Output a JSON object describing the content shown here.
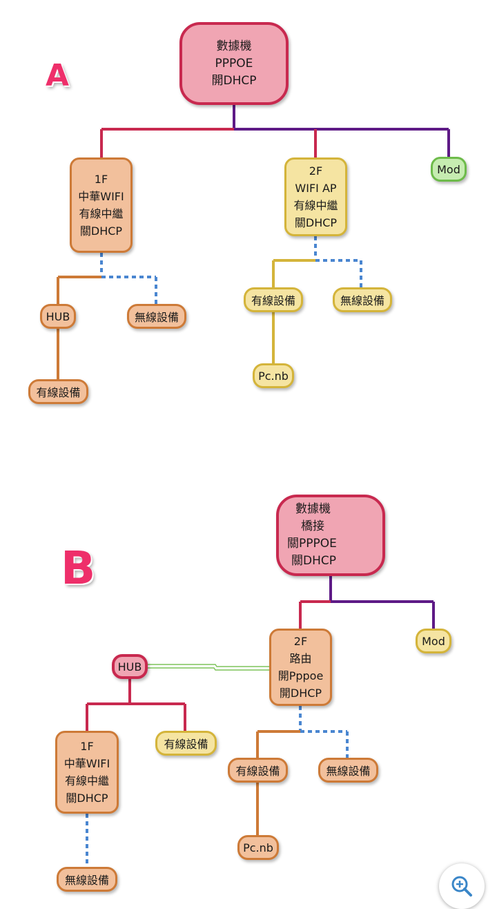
{
  "diagram_a": {
    "label": "A",
    "root": [
      "數據機",
      "PPPOE",
      "開DHCP"
    ],
    "floor1": [
      "1F",
      "中華WIFI",
      "有線中繼",
      "關DHCP"
    ],
    "floor2": [
      "2F",
      "WIFI AP",
      "有線中繼",
      "關DHCP"
    ],
    "mod": "Mod",
    "hub": "HUB",
    "wireless_1f": "無線設備",
    "wired_1f": "有線設備",
    "wired_2f": "有線設備",
    "wireless_2f": "無線設備",
    "pcnb": "Pc.nb"
  },
  "diagram_b": {
    "label": "B",
    "root": [
      "數據機",
      "橋接",
      "關PPPOE",
      "關DHCP"
    ],
    "floor2": [
      "2F",
      "路由",
      "開Pppoe",
      "開DHCP"
    ],
    "mod": "Mod",
    "hub": "HUB",
    "wired_hub": "有線設備",
    "floor1": [
      "1F",
      "中華WIFI",
      "有線中繼",
      "關DHCP"
    ],
    "wireless_1f": "無線設備",
    "wired_2f": "有線設備",
    "wireless_2f": "無線設備",
    "pcnb": "Pc.nb"
  },
  "icons": {
    "zoom": "zoom-in-icon"
  }
}
